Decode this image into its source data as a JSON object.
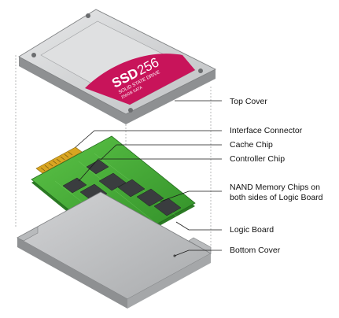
{
  "ssd_label": {
    "brand": "SSD",
    "capacity": "256",
    "line1": "SOLID STATE DRIVE",
    "line2": "256GB SATA"
  },
  "labels": {
    "top_cover": "Top Cover",
    "interface_connector": "Interface Connector",
    "cache_chip": "Cache Chip",
    "controller_chip": "Controller Chip",
    "nand_line1": "NAND Memory Chips on",
    "nand_line2": "both  sides of Logic Board",
    "logic_board": "Logic Board",
    "bottom_cover": "Bottom Cover"
  },
  "colors": {
    "cover_gray": "#c9cacb",
    "cover_dark": "#8e9092",
    "label_magenta": "#c8145a",
    "pcb_green": "#3fa532",
    "pcb_dark": "#2b7a24",
    "chip_dark": "#3a3d3f",
    "connector_gold": "#d9a521"
  }
}
